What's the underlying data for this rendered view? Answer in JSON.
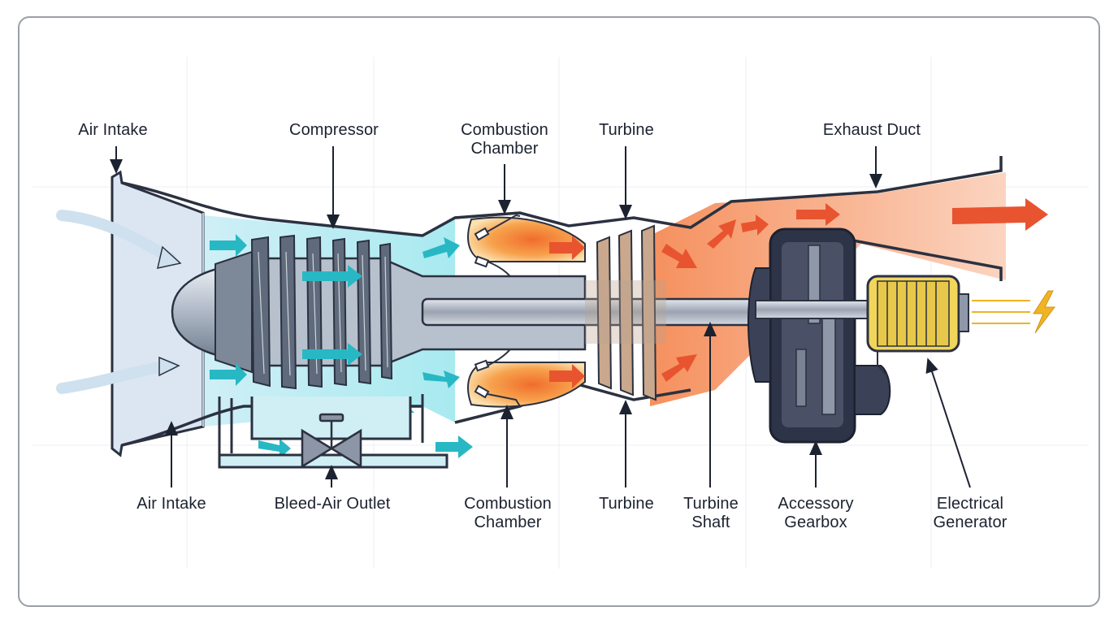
{
  "labels": {
    "top": {
      "air_intake": "Air Intake",
      "compressor": "Compressor",
      "combustion_chamber": [
        "Combustion",
        "Chamber"
      ],
      "turbine": "Turbine",
      "exhaust_duct": "Exhaust Duct"
    },
    "bottom": {
      "air_intake": "Air Intake",
      "bleed_air_outlet": "Bleed-Air Outlet",
      "combustion_chamber": [
        "Combustion",
        "Chamber"
      ],
      "turbine": "Turbine",
      "turbine_shaft": [
        "Turbine",
        "Shaft"
      ],
      "accessory_gearbox": [
        "Accessory",
        "Gearbox"
      ],
      "electrical_generator": [
        "Electrical",
        "Generator"
      ]
    }
  },
  "colors": {
    "outline": "#2b3140",
    "intake_fill": "#dce8f4",
    "cold_air": "#bfeff2",
    "cold_arrow": "#27b8c4",
    "hot_gas": "#f0875c",
    "hot_arrow": "#e8542f",
    "flame": "#f7a04a",
    "metal": "#8b96a6",
    "generator": "#f2d65c",
    "lightning": "#f0b323"
  },
  "icons": {
    "bleed_valve": "valve-icon",
    "lightning": "lightning-bolt-icon"
  }
}
